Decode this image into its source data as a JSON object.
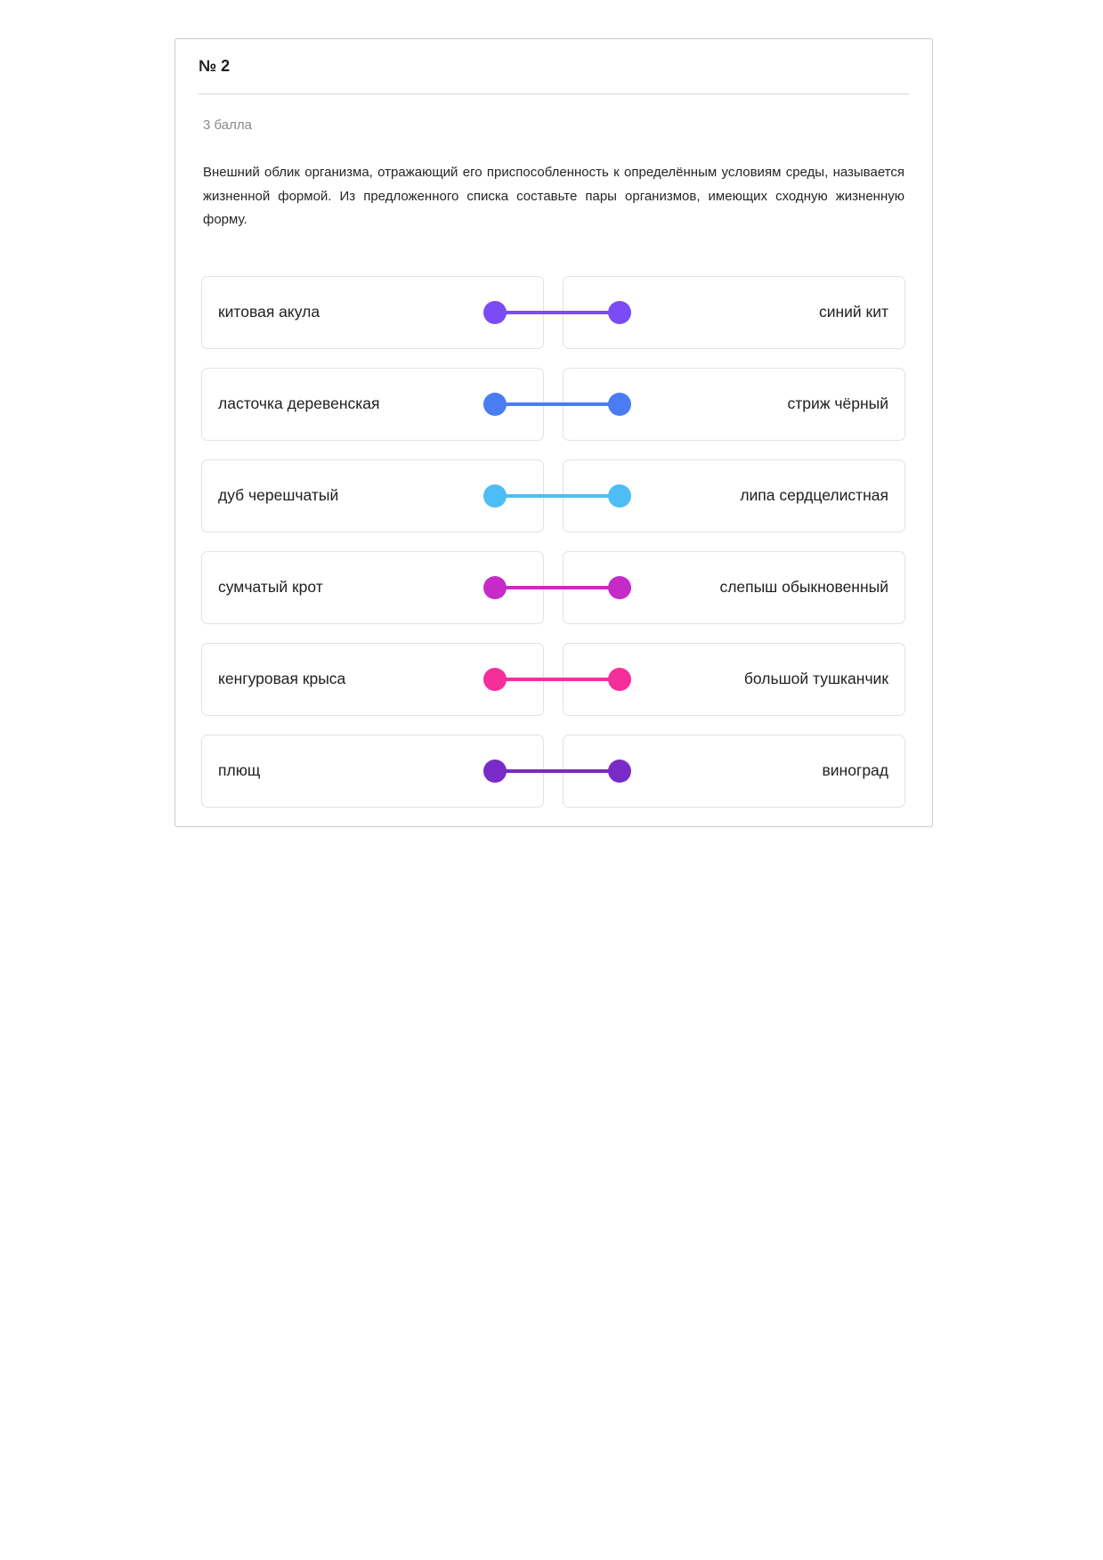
{
  "task": {
    "number": "№ 2",
    "points": "3 балла",
    "question": "Внешний облик организма, отражающий его приспособленность к определённым условиям среды, называется жизненной формой. Из предложенного списка составьте пары организмов, имеющих сходную жизненную форму."
  },
  "pairs": [
    {
      "left": "китовая акула",
      "right": "синий кит",
      "color": "#7b4cf5"
    },
    {
      "left": "ласточка деревенская",
      "right": "стриж чёрный",
      "color": "#4a7cf3"
    },
    {
      "left": "дуб черешчатый",
      "right": "липа сердцелистная",
      "color": "#4dbdf5"
    },
    {
      "left": "сумчатый крот",
      "right": "слепыш обыкновенный",
      "color": "#c52bc9"
    },
    {
      "left": "кенгуровая крыса",
      "right": "большой тушканчик",
      "color": "#f52e9a"
    },
    {
      "left": "плющ",
      "right": "виноград",
      "color": "#7a2ac6"
    }
  ]
}
